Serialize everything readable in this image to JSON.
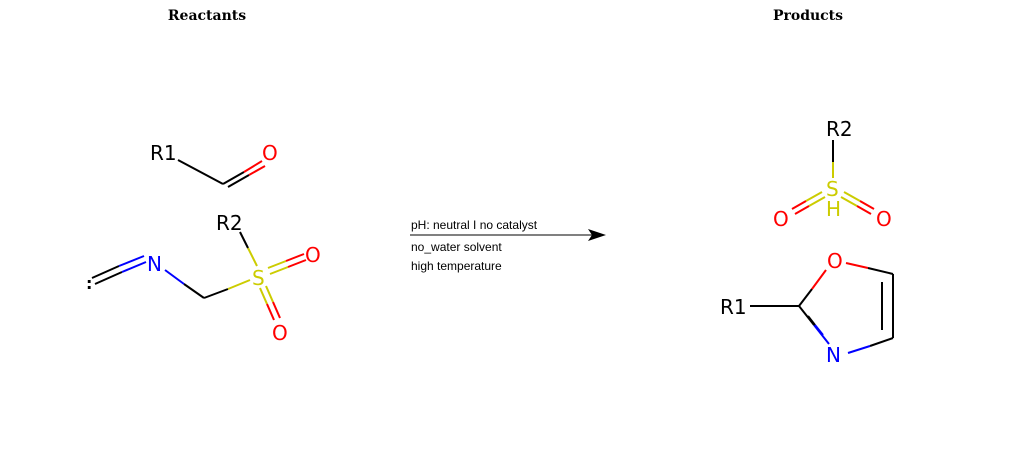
{
  "headings": {
    "reactants": "Reactants",
    "products": "Products"
  },
  "conditions": {
    "line1": "pH: neutral I no catalyst",
    "line2": "no_water solvent",
    "line3": "high temperature"
  },
  "atoms": {
    "r1": "R1",
    "r2": "R2",
    "o": "O",
    "n": "N",
    "s": "S",
    "h": "H",
    "radical": ":"
  },
  "colors": {
    "carbon": "#000000",
    "oxygen": "#ff0000",
    "nitrogen": "#0000ff",
    "sulfur": "#cccc00"
  }
}
